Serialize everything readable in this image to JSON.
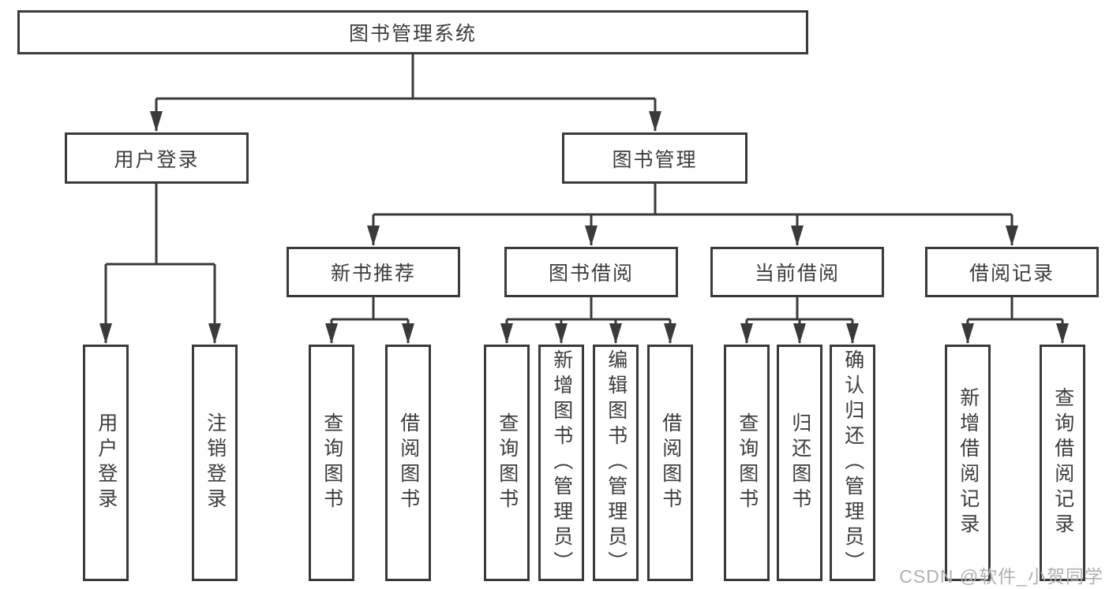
{
  "tree": {
    "label": "图书管理系统",
    "children": [
      {
        "label": "用户登录",
        "children": [
          {
            "label": "用户登录"
          },
          {
            "label": "注销登录"
          }
        ]
      },
      {
        "label": "图书管理",
        "children": [
          {
            "label": "新书推荐",
            "children": [
              {
                "label": "查询图书"
              },
              {
                "label": "借阅图书"
              }
            ]
          },
          {
            "label": "图书借阅",
            "children": [
              {
                "label": "查询图书"
              },
              {
                "label": "新增图书（管理员）"
              },
              {
                "label": "编辑图书（管理员）"
              },
              {
                "label": "借阅图书"
              }
            ]
          },
          {
            "label": "当前借阅",
            "children": [
              {
                "label": "查询图书"
              },
              {
                "label": "归还图书"
              },
              {
                "label": "确认归还（管理员）"
              }
            ]
          },
          {
            "label": "借阅记录",
            "children": [
              {
                "label": "新增借阅记录"
              },
              {
                "label": "查询借阅记录"
              }
            ]
          }
        ]
      }
    ]
  },
  "watermark": "CSDN @软件_小贺同学",
  "colors": {
    "line": "#3a3a3a",
    "text": "#3c3c3c",
    "watermark": "#b0b0b0",
    "background": "#ffffff"
  }
}
